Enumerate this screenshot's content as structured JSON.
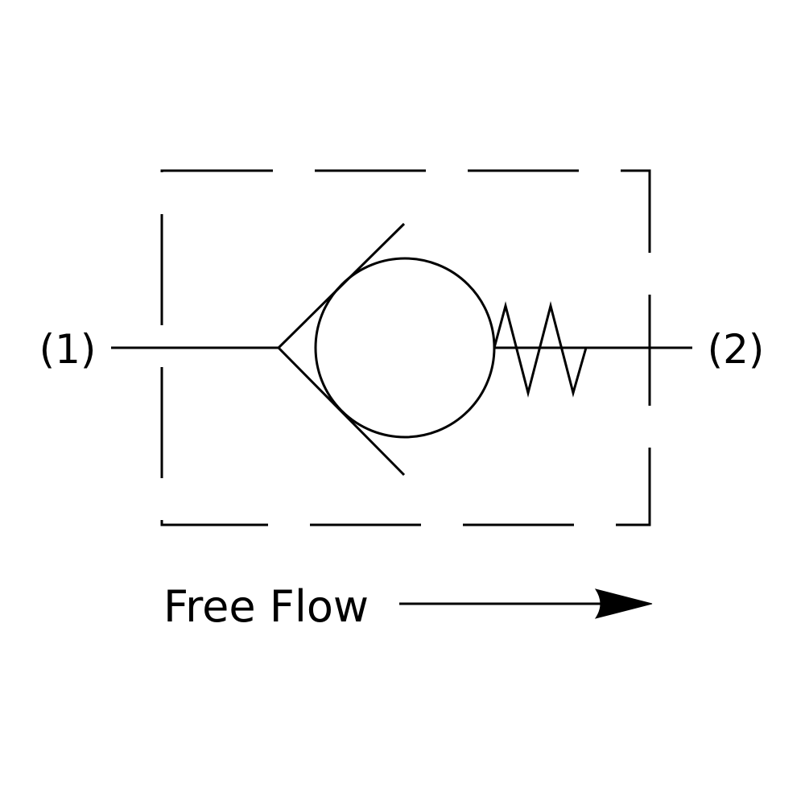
{
  "diagram": {
    "ports": {
      "inlet_label": "(1)",
      "outlet_label": "(2)"
    },
    "caption": {
      "text": "Free Flow"
    },
    "components": {
      "body": "dashed-valve-body",
      "element": "check-ball",
      "seat": "conical-seat",
      "spring": "bias-spring",
      "direction": "flow-arrow"
    },
    "colors": {
      "line": "#000000",
      "background": "#ffffff"
    }
  }
}
